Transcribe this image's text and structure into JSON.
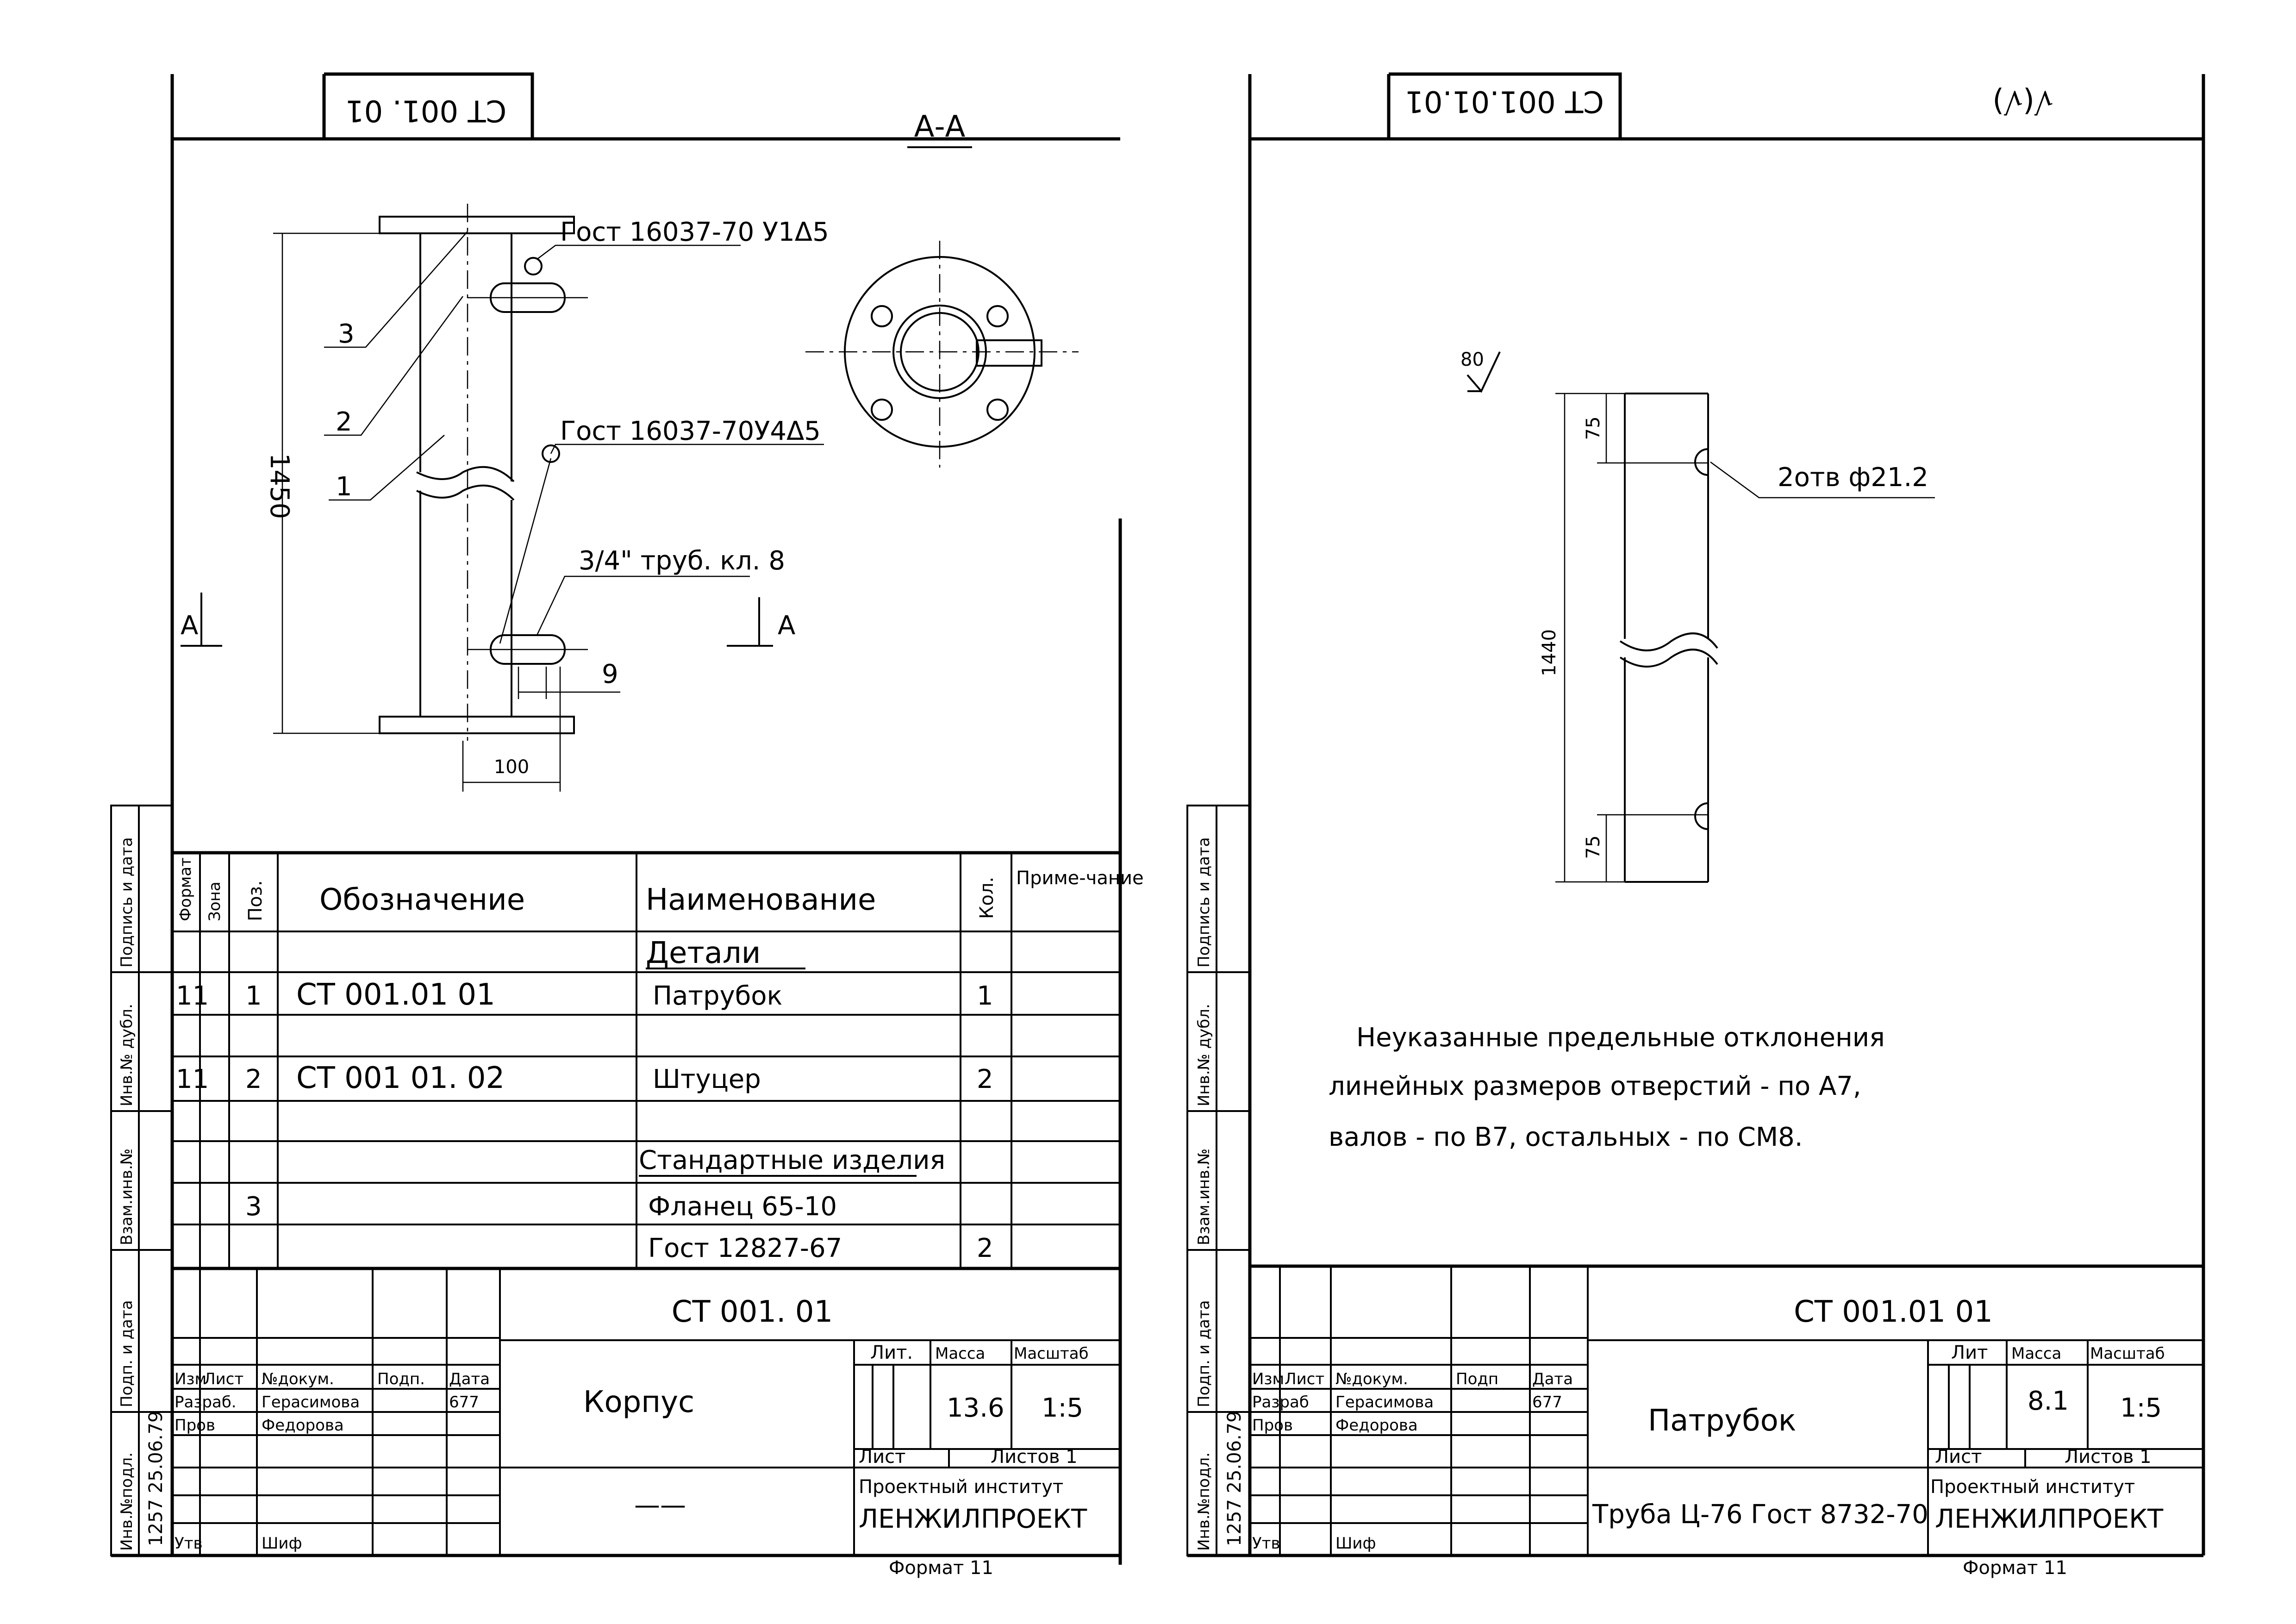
{
  "left": {
    "code_box": "СТ 001. 01",
    "section_label": "А-А",
    "callouts": {
      "gost1": "Гост 16037-70  У1Δ5",
      "gost2": "Гост 16037-70У4Δ5",
      "pipe": "3/4\" труб. кл. 8"
    },
    "pos_labels": [
      "3",
      "2",
      "1"
    ],
    "dims": {
      "height": "1450",
      "width": "100",
      "small": "9"
    },
    "section_mark": "А",
    "spec_headers": {
      "format": "Формат",
      "zone": "Зона",
      "pos": "Поз.",
      "designation": "Обозначение",
      "name": "Наименование",
      "qty": "Кол.",
      "note": "Приме-чание"
    },
    "spec_sections": {
      "details": "Детали",
      "standard": "Стандартные изделия"
    },
    "spec_rows": [
      {
        "format": "11",
        "pos": "1",
        "designation": "СТ 001.01 01",
        "name": "Патрубок",
        "qty": "1"
      },
      {
        "format": "11",
        "pos": "2",
        "designation": "СТ 001 01. 02",
        "name": "Штуцер",
        "qty": "2"
      },
      {
        "format": "",
        "pos": "3",
        "designation": "",
        "name": "Фланец 65-10",
        "qty": ""
      },
      {
        "format": "",
        "pos": "",
        "designation": "",
        "name": "Гост 12827-67",
        "qty": "2"
      }
    ],
    "title_block": {
      "doc_code": "СТ 001. 01",
      "title": "Корпус",
      "material": "——",
      "lit_label": "Лит.",
      "mass_label": "Масса",
      "scale_label": "Масштаб",
      "mass": "13.6",
      "scale": "1:5",
      "sheet_label": "Лист",
      "sheets_label": "Листов 1",
      "org_line1": "Проектный институт",
      "org_line2": "ЛЕНЖИЛПРОЕКТ",
      "format_note": "Формат 11",
      "staff": {
        "h_izm": "Изм",
        "h_list": "Лист",
        "h_doc": "№докум.",
        "h_sign": "Подп.",
        "h_date": "Дата",
        "razrab": "Разраб.",
        "razrab_name": "Герасимова",
        "razrab_date": "677",
        "prov": "Пров",
        "prov_name": "Федорова",
        "utv": "Утв",
        "utv_name": "Шиф"
      }
    },
    "side_stamp": [
      "Подпись и дата",
      "Инв.№ дубл.",
      "Взам.инв.№",
      "Подп. и дата",
      "Инв.№подл."
    ],
    "side_handwriting": "1257   25.06.79"
  },
  "right": {
    "code_box": "СТ 001.01.01",
    "roughness_corner": "√(√)",
    "roughness_value": "80",
    "dims": {
      "top": "75",
      "bottom": "75",
      "length": "1440"
    },
    "hole_callout": "2отв ф21.2",
    "notes": [
      "Неуказанные предельные отклонения",
      "линейных размеров отверстий - по А7,",
      "валов - по В7, остальных - по СМ8."
    ],
    "title_block": {
      "doc_code": "СТ 001.01 01",
      "title": "Патрубок",
      "material": "Труба Ц-76 Гост 8732-70",
      "lit_label": "Лит",
      "mass_label": "Масса",
      "scale_label": "Масштаб",
      "mass": "8.1",
      "scale": "1:5",
      "sheet_label": "Лист",
      "sheets_label": "Листов 1",
      "org_line1": "Проектный институт",
      "org_line2": "ЛЕНЖИЛПРОЕКТ",
      "format_note": "Формат 11",
      "staff": {
        "h_izm": "Изм",
        "h_list": "Лист",
        "h_doc": "№докум.",
        "h_sign": "Подп",
        "h_date": "Дата",
        "razrab": "Разраб",
        "razrab_name": "Герасимова",
        "razrab_date": "677",
        "prov": "Пров",
        "prov_name": "Федорова",
        "utv": "Утв",
        "utv_name": "Шиф"
      }
    },
    "side_stamp": [
      "Подпись и дата",
      "Инв.№ дубл.",
      "Взам.инв.№",
      "Подп. и дата",
      "Инв.№подл."
    ],
    "side_handwriting": "1257   25.06.79"
  }
}
